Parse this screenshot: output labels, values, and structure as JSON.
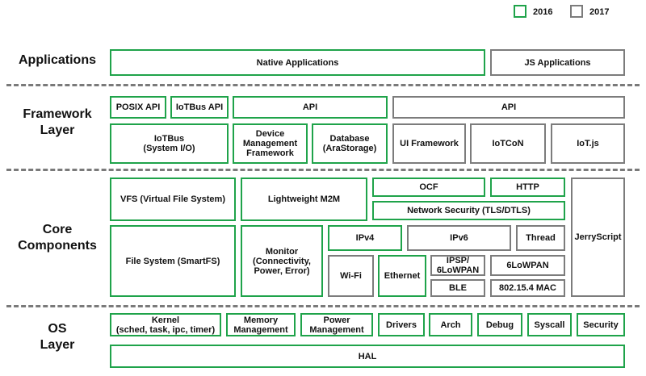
{
  "legend": {
    "year_2016": "2016",
    "year_2017": "2017",
    "color_2016": "#1fa34a",
    "color_2017": "#7c7c7c"
  },
  "layers": {
    "applications": "Applications",
    "framework": "Framework\nLayer",
    "core": "Core\nComponents",
    "os": "OS\nLayer"
  },
  "boxes": {
    "native_applications": "Native Applications",
    "js_applications": "JS Applications",
    "posix_api": "POSIX API",
    "iotbus_api": "IoTBus API",
    "api_2016": "API",
    "api_2017": "API",
    "iotbus_system_io": "IoTBus\n(System I/O)",
    "device_management": "Device\nManagement\nFramework",
    "database": "Database\n(AraStorage)",
    "ui_framework": "UI Framework",
    "iotcon": "IoTCoN",
    "iotjs": "IoT.js",
    "vfs": "VFS (Virtual File System)",
    "lightweight_m2m": "Lightweight M2M",
    "ocf": "OCF",
    "http": "HTTP",
    "network_security": "Network Security (TLS/DTLS)",
    "jerryscript": "JerryScript",
    "file_system": "File System (SmartFS)",
    "monitor": "Monitor\n(Connectivity,\nPower, Error)",
    "ipv4": "IPv4",
    "ipv6": "IPv6",
    "thread": "Thread",
    "wifi": "Wi-Fi",
    "ethernet": "Ethernet",
    "ipsp": "IPSP/\n6LoWPAN",
    "sixlowpan": "6LoWPAN",
    "ble": "BLE",
    "mac": "802.15.4 MAC",
    "kernel": "Kernel\n(sched, task, ipc, timer)",
    "memory_management": "Memory\nManagement",
    "power_management": "Power\nManagement",
    "drivers": "Drivers",
    "arch": "Arch",
    "debug": "Debug",
    "syscall": "Syscall",
    "security": "Security",
    "hal": "HAL"
  }
}
